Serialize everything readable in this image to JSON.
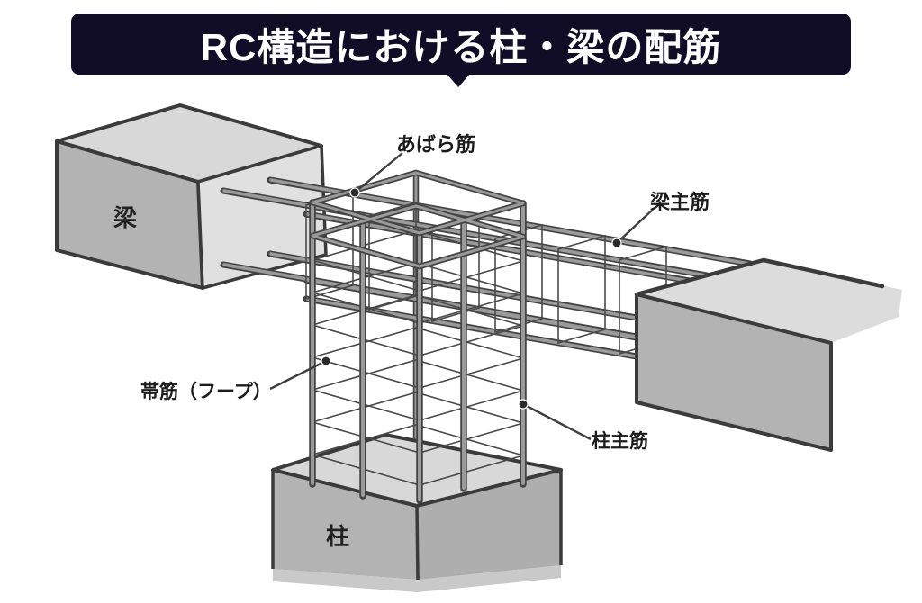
{
  "title": {
    "text": "RC構造における柱・梁の配筋"
  },
  "diagram": {
    "block_labels": {
      "beam": "梁",
      "column": "柱"
    },
    "callouts": {
      "stirrup": "あばら筋",
      "beam_main_bar": "梁主筋",
      "hoop": "帯筋（フープ）",
      "column_main_bar": "柱主筋"
    },
    "colors": {
      "background": "#ffffff",
      "title_bg": "#110d26",
      "title_text": "#ffffff",
      "concrete_top": "#d8d8d8",
      "concrete_side": "#b3b3b3",
      "concrete_cut": "#e0e0e0",
      "outline": "#3b3b3b",
      "rebar_fill": "#9a9a9a",
      "rebar_edge": "#434343",
      "leader_line": "#3f3f3f",
      "callout_text": "#1c1c1c"
    }
  }
}
